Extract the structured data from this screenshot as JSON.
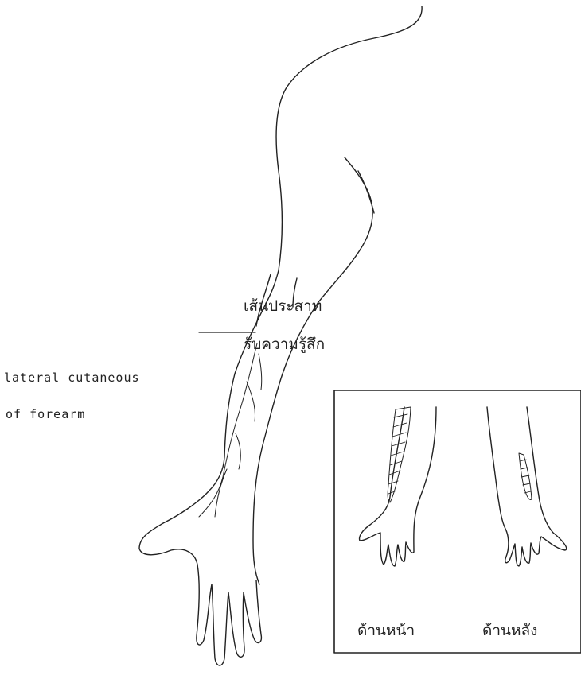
{
  "labels": {
    "nerve_thai_line1": "เส้นประสาท",
    "nerve_thai_line2": "รับความรู้สึก",
    "nerve_en_line1": "lateral cutaneous",
    "nerve_en_line2": "of forearm"
  },
  "inset": {
    "front_caption": "ด้านหน้า",
    "back_caption": "ด้านหลัง"
  },
  "colors": {
    "line": "#222222",
    "background": "#ffffff"
  }
}
